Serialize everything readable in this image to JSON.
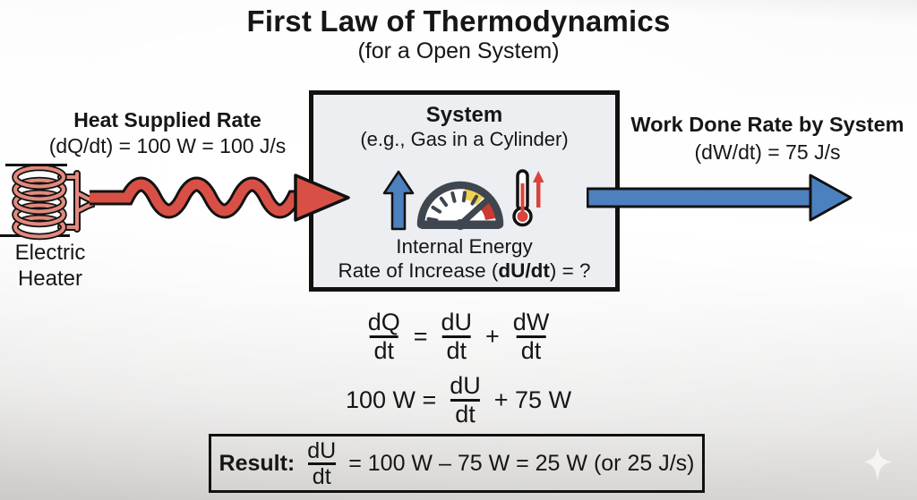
{
  "title": "First Law of Thermodynamics",
  "subtitle": "(for a Open System)",
  "heat_input": {
    "label": "Heat Supplied Rate",
    "value": "(dQ/dt) = 100 W = 100 J/s"
  },
  "heater": {
    "line1": "Electric",
    "line2": "Heater"
  },
  "system": {
    "title": "System",
    "subtitle": "(e.g., Gas in a Cylinder)",
    "caption_line1": "Internal Energy",
    "caption_pre": "Rate of Increase (",
    "caption_bold": "dU/dt",
    "caption_post": ") = ?"
  },
  "work_output": {
    "label": "Work Done Rate by System",
    "value": "(dW/dt) = 75 J/s"
  },
  "equation_general": {
    "f1_num": "dQ",
    "f1_den": "dt",
    "op1": "=",
    "f2_num": "dU",
    "f2_den": "dt",
    "op2": "+",
    "f3_num": "dW",
    "f3_den": "dt"
  },
  "equation_values": {
    "lhs": "100 W =",
    "f_num": "dU",
    "f_den": "dt",
    "rhs": "+ 75 W"
  },
  "result": {
    "label": "Result:",
    "f_num": "dU",
    "f_den": "dt",
    "rest": "= 100 W – 75 W = 25 W (or 25 J/s)"
  },
  "icons": {
    "heater_coil": "heater-coil-icon",
    "heat_flow": "wavy-heat-arrow-icon",
    "internal_energy": "up-arrow-icon",
    "gauge": "gauge-icon",
    "thermometer": "thermometer-icon",
    "work_flow": "right-arrow-icon",
    "watermark": "sparkle-icon"
  },
  "colors": {
    "ink": "#111111",
    "heat-red": "#d85045",
    "coil-salmon": "#e28a7e",
    "arrow-blue": "#4d80bf",
    "box-fill": "#ecEEf2",
    "gauge-dark": "#404650",
    "gauge-yellow": "#f2d24d",
    "gauge-red": "#cd3a30",
    "thermo-red": "#d8453c"
  }
}
